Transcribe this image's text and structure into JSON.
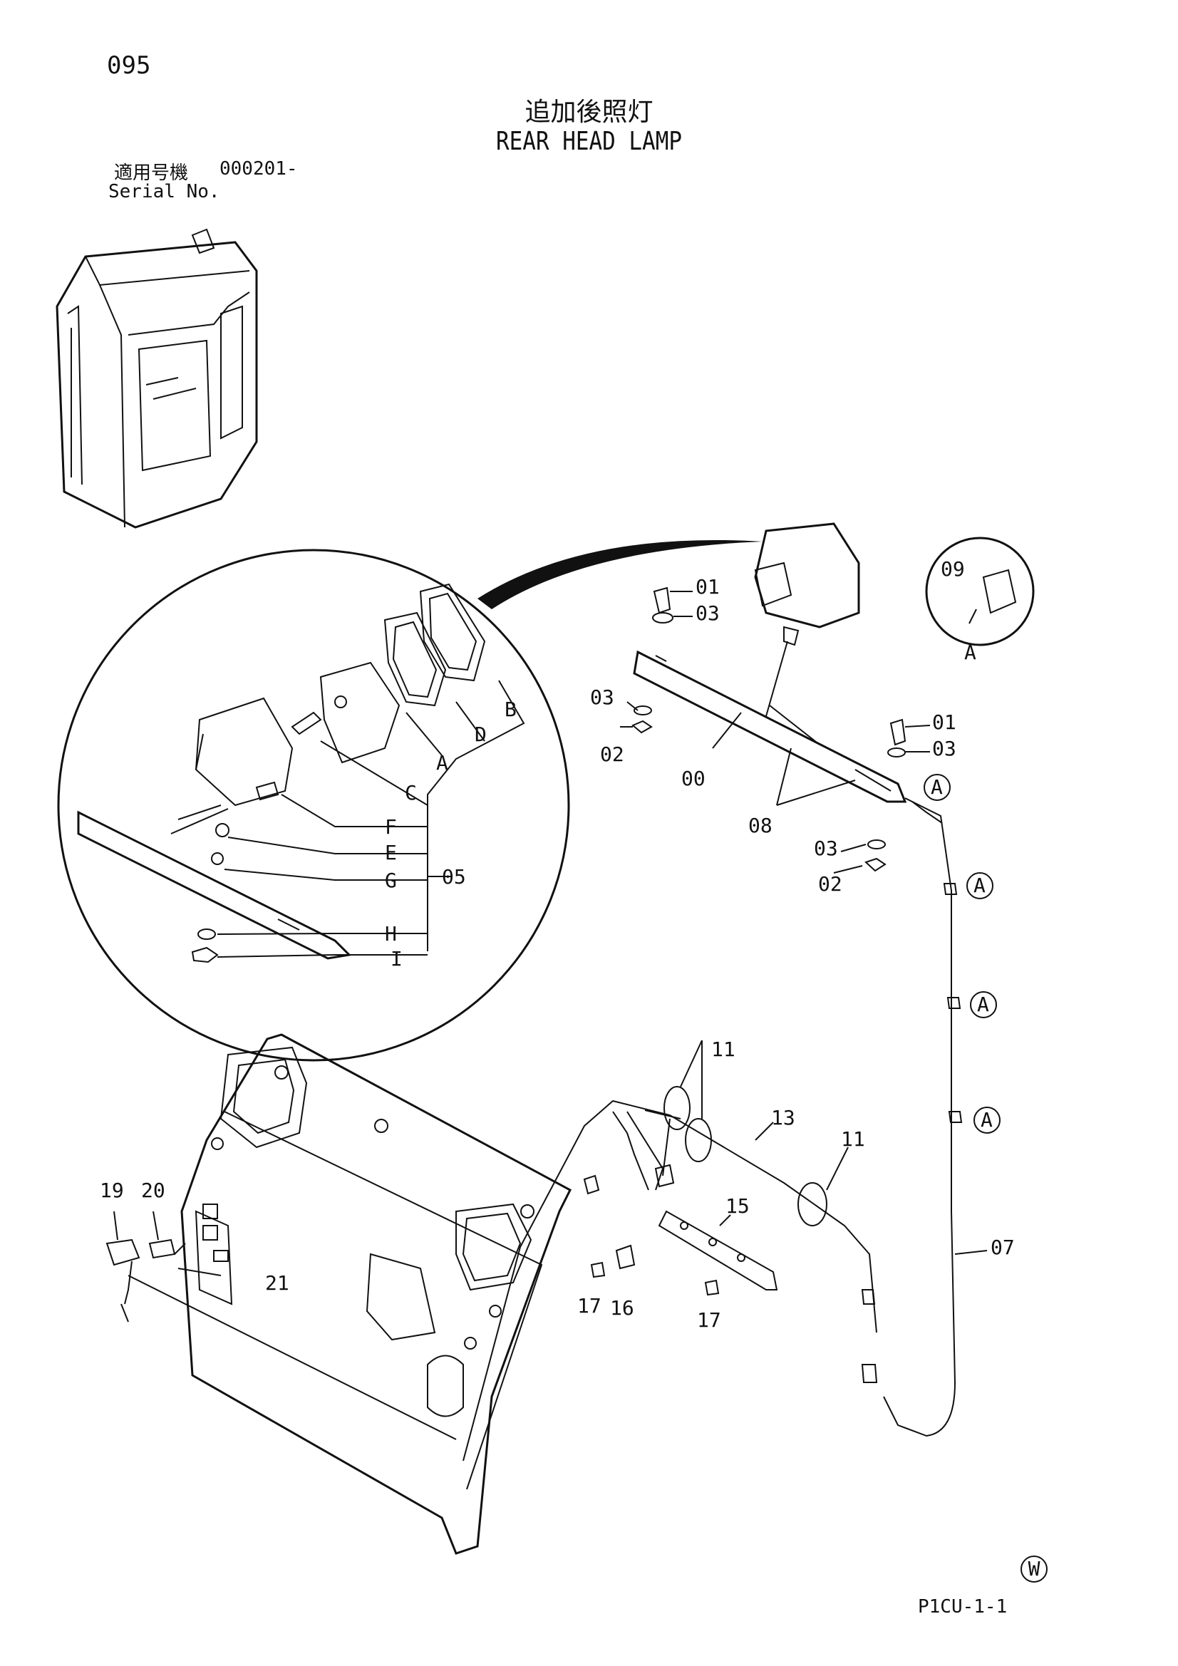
{
  "page_number": "095",
  "title_jp": "追加後照灯",
  "title_en": "REAR HEAD LAMP",
  "serial_label_jp": "適用号機",
  "serial_value": "000201-",
  "serial_label_en": "Serial No.",
  "figure_code": "P1CU-1-1",
  "mark": "W",
  "part_labels": [
    "00",
    "01",
    "01",
    "02",
    "02",
    "03",
    "03",
    "03",
    "03",
    "05",
    "07",
    "08",
    "09",
    "11",
    "11",
    "13",
    "15",
    "16",
    "17",
    "17",
    "19",
    "20",
    "21"
  ],
  "detail_labels": [
    "A",
    "B",
    "C",
    "D",
    "E",
    "F",
    "G",
    "H",
    "I",
    "A",
    "A",
    "A",
    "A",
    "A"
  ]
}
